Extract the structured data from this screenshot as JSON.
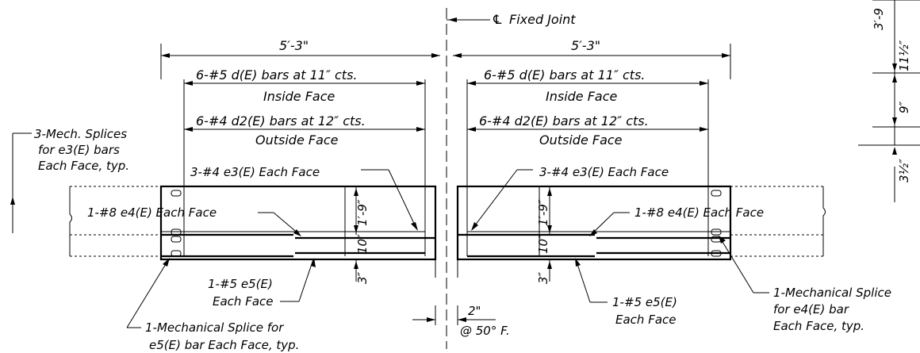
{
  "labels": {
    "fixed_joint": "Fixed Joint",
    "centerline_symbol": "℄",
    "left_span": "5′-3\"",
    "right_span": "5′-3\"",
    "d_bars": "6-#5 d(E) bars at 11″ cts.",
    "inside_face": "Inside Face",
    "d2_bars": "6-#4 d2(E) bars at 12″ cts.",
    "outside_face": "Outside Face",
    "mech_splice_e3_line1": "3-Mech. Splices",
    "mech_splice_e3_line2": "for e3(E) bars",
    "mech_splice_e3_line3": "Each Face, typ.",
    "e3_bars": "3-#4 e3(E) Each Face",
    "e4_bar": "1-#8 e4(E) Each Face",
    "e5_line1": "1-#5 e5(E)",
    "e5_line2": "Each Face",
    "mech_splice_e5_line1": "1-Mechanical Splice for",
    "mech_splice_e5_line2": "e5(E) bar Each Face, typ.",
    "mech_splice_e4_line1": "1-Mechanical Splice",
    "mech_splice_e4_line2": "for e4(E) bar",
    "mech_splice_e4_line3": "Each Face, typ.",
    "gap": "2\"",
    "gap_temp": "@ 50° F.",
    "dim_1_9": "1′-9″",
    "dim_10": "10″",
    "dim_3": "3″",
    "right_dim_top": "3′-9",
    "right_dim_11_5": "11½″",
    "right_dim_9": "9″",
    "right_dim_3_5": "3½″"
  }
}
